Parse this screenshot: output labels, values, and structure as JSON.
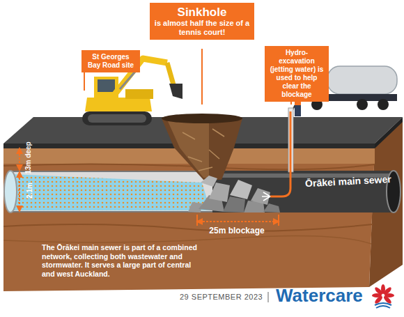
{
  "diagram": {
    "nodes": [
      {
        "text": [
          "St Georges Bay Road site"
        ]
      },
      {
        "text": [
          "Sinkhole",
          "is almost half the size of a tennis court!"
        ]
      },
      {
        "text": [
          "Hydro-excavation (jetting water) is used to help clear the blockage"
        ]
      }
    ],
    "labels": [
      "13m deep",
      "2.1m",
      "Ōrākei main sewer",
      "25m blockage",
      "The Ōrākei main sewer is part of a combined network, collecting both wastewater and stormwater. It serves a large part of central and west Auckland.",
      "29 SEPTEMBER 2023",
      "Watercare"
    ]
  }
}
